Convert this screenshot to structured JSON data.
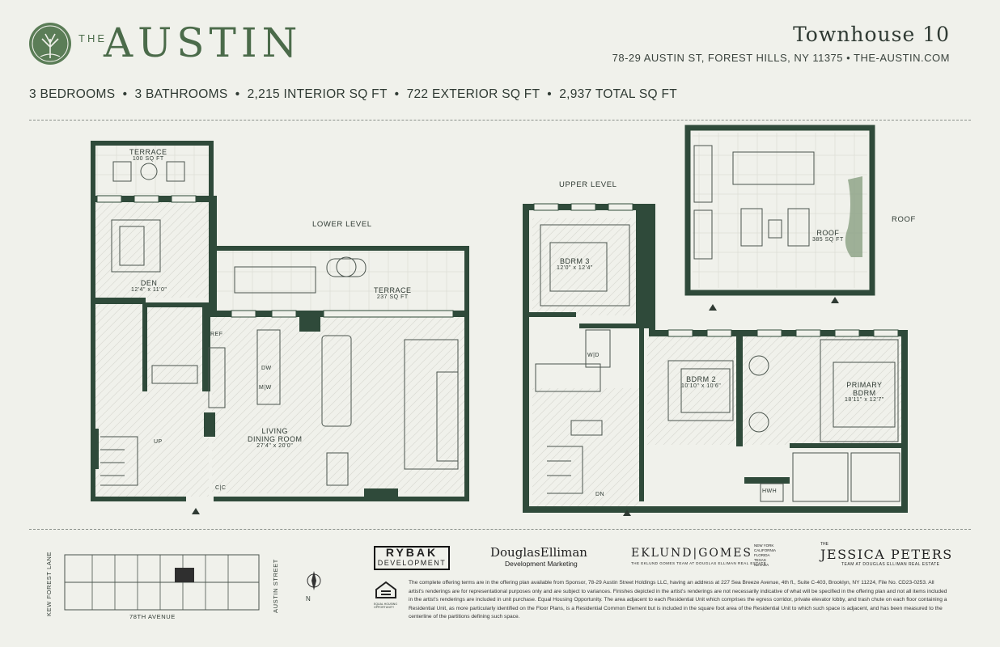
{
  "header": {
    "brand_the": "THE",
    "brand_name": "AUSTIN",
    "unit_title": "Townhouse 10",
    "address": "78-29 AUSTIN ST, FOREST HILLS, NY 11375 • THE-AUSTIN.COM"
  },
  "specs": "3 BEDROOMS  •  3 BATHROOMS  •  2,215 INTERIOR SQ FT  •  722 EXTERIOR SQ FT  •  2,937 TOTAL SQ FT",
  "levels": {
    "lower": "LOWER LEVEL",
    "upper": "UPPER LEVEL",
    "roof": "ROOF"
  },
  "rooms": {
    "terrace_top": {
      "name": "TERRACE",
      "size": "100 SQ FT"
    },
    "den": {
      "name": "DEN",
      "size": "12'4\" x 11'0\""
    },
    "terrace_mid": {
      "name": "TERRACE",
      "size": "237 SQ FT"
    },
    "living": {
      "name": "LIVING",
      "name2": "DINING ROOM",
      "size": "27'4\" x 20'0\""
    },
    "bdrm3": {
      "name": "BDRM 3",
      "size": "12'0\" x 12'4\""
    },
    "bdrm2": {
      "name": "BDRM 2",
      "size": "10'10\" x 10'6\""
    },
    "primary": {
      "name": "PRIMARY",
      "name2": "BDRM",
      "size": "18'11\" x 12'7\""
    },
    "roof": {
      "name": "ROOF",
      "size": "385 SQ FT"
    }
  },
  "fixtures": {
    "ref": "REF",
    "dw": "DW",
    "mw": "M|W",
    "cc": "C|C",
    "wd": "W|D",
    "hwh": "HWH",
    "up": "UP",
    "dn": "DN"
  },
  "keyplan": {
    "left_street": "KEW FOREST LANE",
    "right_street": "AUSTIN STREET",
    "bottom_street": "78TH AVENUE",
    "north": "N"
  },
  "logos": {
    "rybak_1": "RYBAK",
    "rybak_2": "DEVELOPMENT",
    "elliman": "DouglasElliman",
    "elliman_sub": "Development Marketing",
    "eklund": "EKLUND|GOMES",
    "eklund_sub": "THE EKLUND GOMES TEAM AT DOUGLAS ELLIMAN REAL ESTATE",
    "eklund_states": "NEW YORK CALIFORNIA FLORIDA TEXAS NEVADA",
    "jp_the": "THE",
    "jp_name": "JESSICA PETERS",
    "jp_sub": "TEAM AT DOUGLAS ELLIMAN REAL ESTATE",
    "eho": "EQUAL HOUSING OPPORTUNITY"
  },
  "disclaimer": "The complete offering terms are in the offering plan available from Sponsor, 78-29 Austin Street Holdings LLC, having an address at 227 Sea Breeze Avenue, 4th fl., Suite C-403, Brooklyn, NY 11224, File No. CD23-0253. All artist's renderings are for representational purposes only and are subject to variances. Finishes depicted in the artist's renderings are not necessarily indicative of what will be specified in the offering plan and not all items included in the artist's renderings are included in unit purchase. Equal Housing Opportunity. The area adjacent to each Residential Unit which comprises the egress corridor, private elevator lobby, and trash chute on each floor containing a Residential Unit, as more particularly identified on the Floor Plans, is a Residential Common Element but is included in the square foot area of the Residential Unit to which such space is adjacent, and has been measured to the centerline of the partitions defining such space.",
  "colors": {
    "brand_green": "#4b6b4a",
    "wall": "#2f4a3a",
    "background": "#f0f1eb"
  }
}
